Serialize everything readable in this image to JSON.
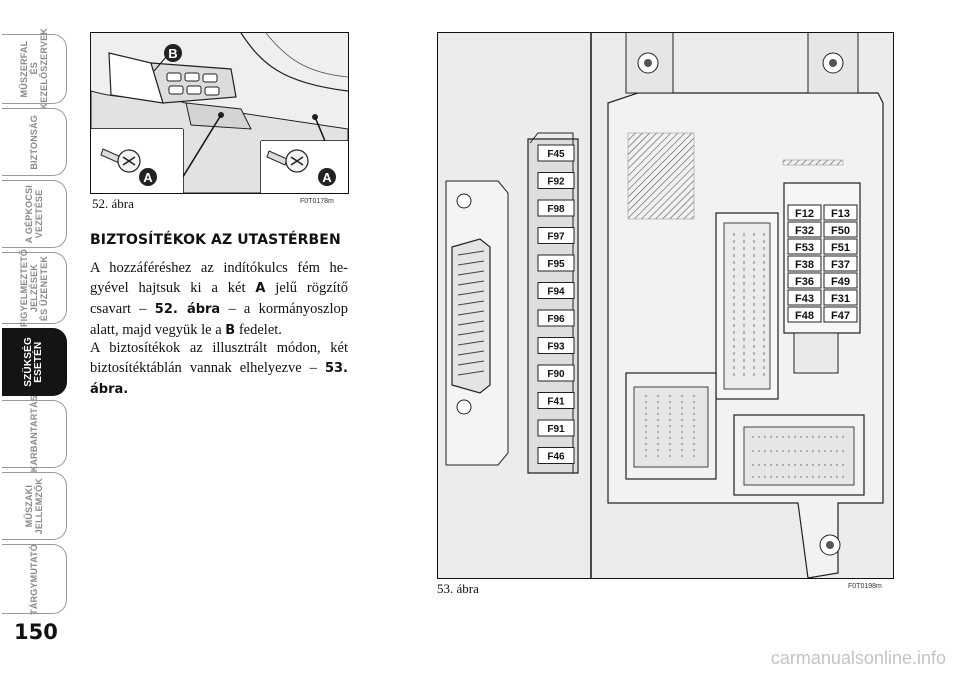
{
  "sidebar": {
    "tabs": [
      {
        "label": "MŰSZERFAL\nÉS\nKEZELŐSZERVEK",
        "active": false
      },
      {
        "label": "BIZTONSÁG",
        "active": false
      },
      {
        "label": "A GÉPKOCSI\nVEZETÉSE",
        "active": false
      },
      {
        "label": "FIGYELMEZTETŐ\nJELZÉSEK\nÉS ÜZENETEK",
        "active": false
      },
      {
        "label": "SZÜKSÉG\nESETÉN",
        "active": true
      },
      {
        "label": "KARBANTARTÁS",
        "active": false
      },
      {
        "label": "MŰSZAKI\nJELLEMZŐK",
        "active": false
      },
      {
        "label": "TÁRGYMUTATÓ",
        "active": false
      }
    ]
  },
  "page_number": "150",
  "figure52": {
    "caption": "52. ábra",
    "code": "F0T0178m",
    "callouts": [
      "B",
      "A",
      "A"
    ]
  },
  "figure53": {
    "caption": "53. ábra",
    "code": "F0T0198m",
    "left_fuses": [
      "F45",
      "F92",
      "F98",
      "F97",
      "F95",
      "F94",
      "F96",
      "F93",
      "F90",
      "F41",
      "F91",
      "F46"
    ],
    "right_fuses": [
      [
        "F12",
        "F13"
      ],
      [
        "F32",
        "F50"
      ],
      [
        "F53",
        "F51"
      ],
      [
        "F38",
        "F37"
      ],
      [
        "F36",
        "F49"
      ],
      [
        "F43",
        "F31"
      ],
      [
        "F48",
        "F47"
      ]
    ]
  },
  "section": {
    "heading": "BIZTOSÍTÉKOK AZ UTASTÉRBEN",
    "para1": {
      "t1": "A hozzáféréshez az indítókulcs fém he-gyével hajtsuk ki a két ",
      "b1": "A",
      "t2": " jelű rögzítő csavart – ",
      "b2": "52. ábra",
      "t3": " – a kormányoszlop alatt, majd vegyük le a ",
      "b3": "B",
      "t4": " fedelet."
    },
    "para2": {
      "t1": "A biztosítékok az illusztrált módon, két biztosítéktáblán vannak elhelyezve – ",
      "b1": "53. ábra."
    }
  },
  "watermark": "carmanualsonline.info"
}
